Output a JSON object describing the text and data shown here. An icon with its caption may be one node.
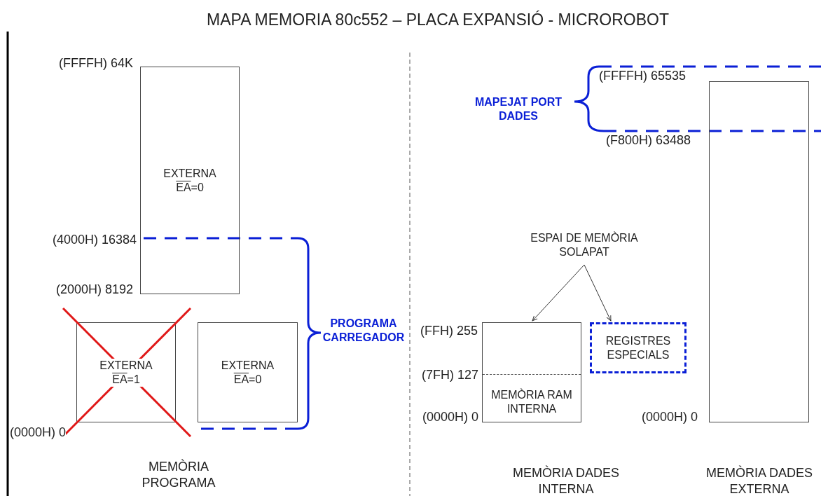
{
  "diagram": {
    "title": "MAPA MEMORIA 80c552 – PLACA EXPANSIÓ  - MICROROBOT",
    "nodes": [
      {
        "text": [
          "EXTERNA",
          "EA=0"
        ]
      },
      {
        "text": [
          "EXTERNA",
          "EA=1"
        ]
      },
      {
        "text": [
          "EXTERNA",
          "EA=0"
        ]
      },
      {
        "text": [
          "MEMÒRIA RAM INTERNA"
        ]
      },
      {
        "text": [
          "REGISTRES ESPECIALS"
        ]
      },
      {
        "text": [],
        "shape": "box"
      },
      {
        "text": [
          "ESPAI DE MEMÒRIA SOLAPAT"
        ]
      }
    ],
    "edges": [
      {
        "from": 6,
        "to": 3,
        "arrow": "to"
      },
      {
        "from": 6,
        "to": 4,
        "arrow": "to"
      }
    ],
    "labels": [
      "(FFFFH) 64K",
      "(FFFFH) 65535",
      "MAPEJAT PORT DADES",
      "(F800H) 63488",
      "(4000H) 16384",
      "(2000H) 8192",
      "PROGRAMA CARREGADOR",
      "(FFH) 255",
      "(7FH) 127",
      "(0000H) 0",
      "(0000H) 0",
      "(0000H) 0",
      "MEMÒRIA PROGRAMA",
      "MEMÒRIA DADES INTERNA",
      "MEMÒRIA DADES EXTERNA"
    ]
  }
}
